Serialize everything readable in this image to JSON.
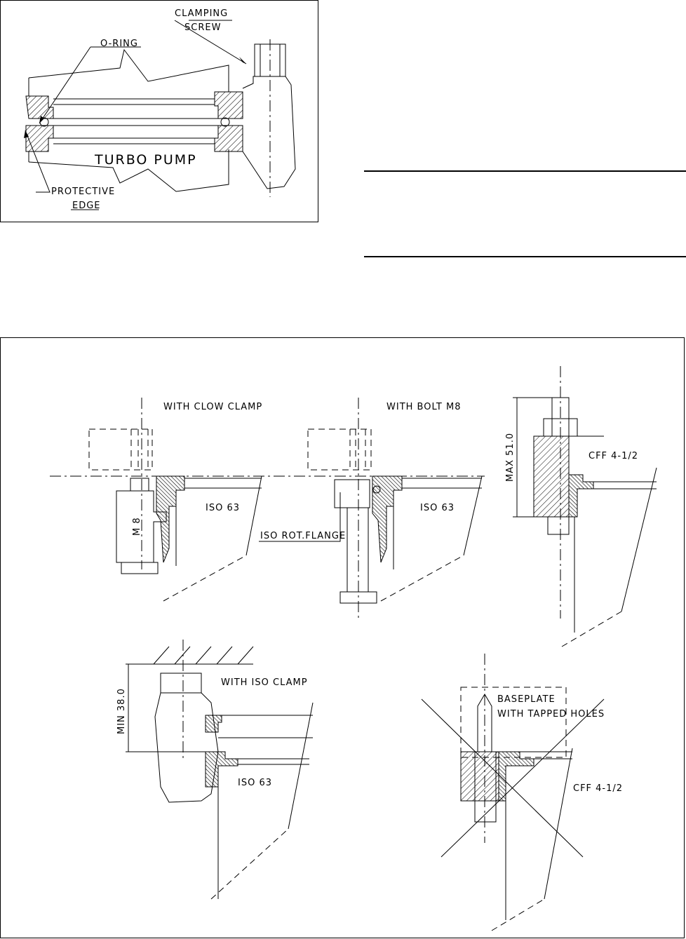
{
  "figure1": {
    "labels": {
      "clamping_line1": "CLAMPING",
      "clamping_line2": "SCREW",
      "o_ring": "O-RING",
      "turbo_pump": "TURBO PUMP",
      "protective_line1": "PROTECTIVE",
      "protective_line2": "EDGE"
    }
  },
  "figure2": {
    "labels": {
      "with_clow_clamp": "WITH CLOW CLAMP",
      "with_bolt": "WITH BOLT M8",
      "iso63_a": "ISO 63",
      "iso63_b": "ISO 63",
      "iso63_c": "ISO 63",
      "m8": "M 8",
      "iso_rot_flange": "ISO ROT.FLANGE",
      "cff_a": "CFF 4-1/2",
      "cff_b": "CFF 4-1/2",
      "max_dim": "MAX 51.0",
      "min_dim": "MIN 38.0",
      "with_iso_clamp": "WITH ISO CLAMP",
      "baseplate": "BASEPLATE",
      "tapped_holes": "WITH TAPPED HOLES"
    }
  }
}
